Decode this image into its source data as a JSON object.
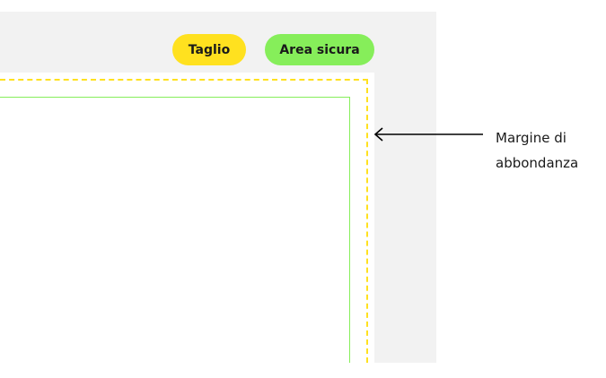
{
  "labels": {
    "trim": "Taglio",
    "safe_area": "Area sicura",
    "bleed_line1": "Margine di",
    "bleed_line2": "abbondanza"
  },
  "colors": {
    "bleed_background": "#f2f2f2",
    "trim_yellow": "#ffe11f",
    "safe_green": "#86ee5a",
    "arrow": "#000000"
  }
}
